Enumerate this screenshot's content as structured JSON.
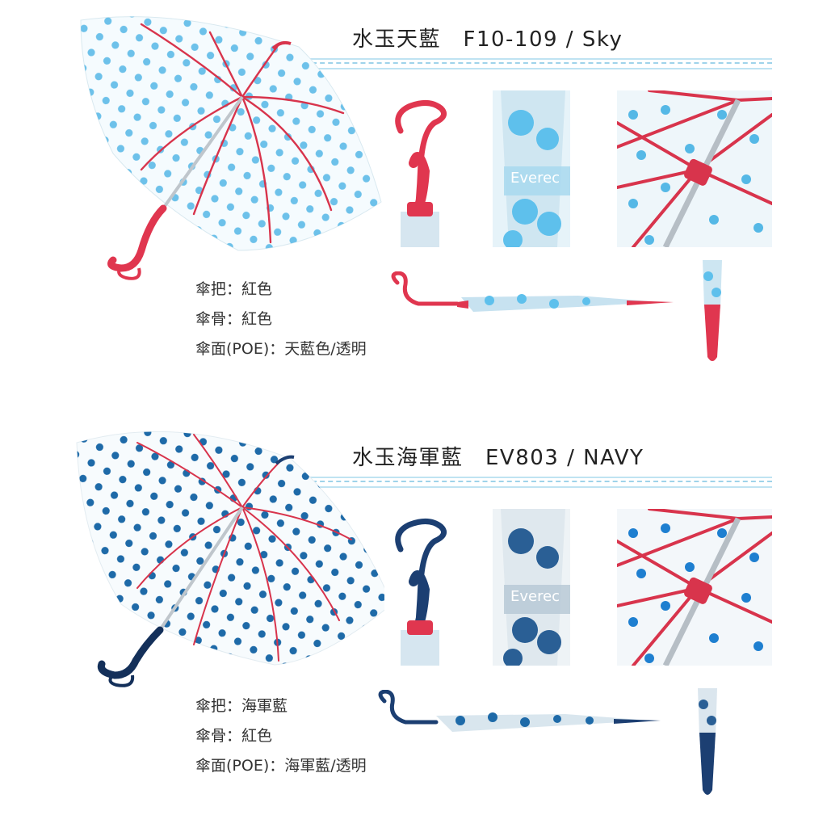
{
  "colors": {
    "sky_dot": "#55b8e6",
    "navy_dot": "#1e6aa8",
    "rib_red": "#d8344c",
    "handle_red": "#e0364f",
    "handle_navy": "#1c3f72",
    "rule": "#9fd3ea"
  },
  "products": [
    {
      "title": "水玉天藍　F10-109 / Sky",
      "specs": [
        {
          "label": "傘把：",
          "value": "紅色"
        },
        {
          "label": "傘骨：",
          "value": "紅色"
        },
        {
          "label": "傘面(POE)：",
          "value": "天藍色/透明"
        }
      ]
    },
    {
      "title": "水玉海軍藍　EV803 / NAVY",
      "specs": [
        {
          "label": "傘把：",
          "value": "海軍藍"
        },
        {
          "label": "傘骨：",
          "value": "紅色"
        },
        {
          "label": "傘面(POE)：",
          "value": "海軍藍/透明"
        }
      ]
    }
  ],
  "brand_text": "Everec"
}
